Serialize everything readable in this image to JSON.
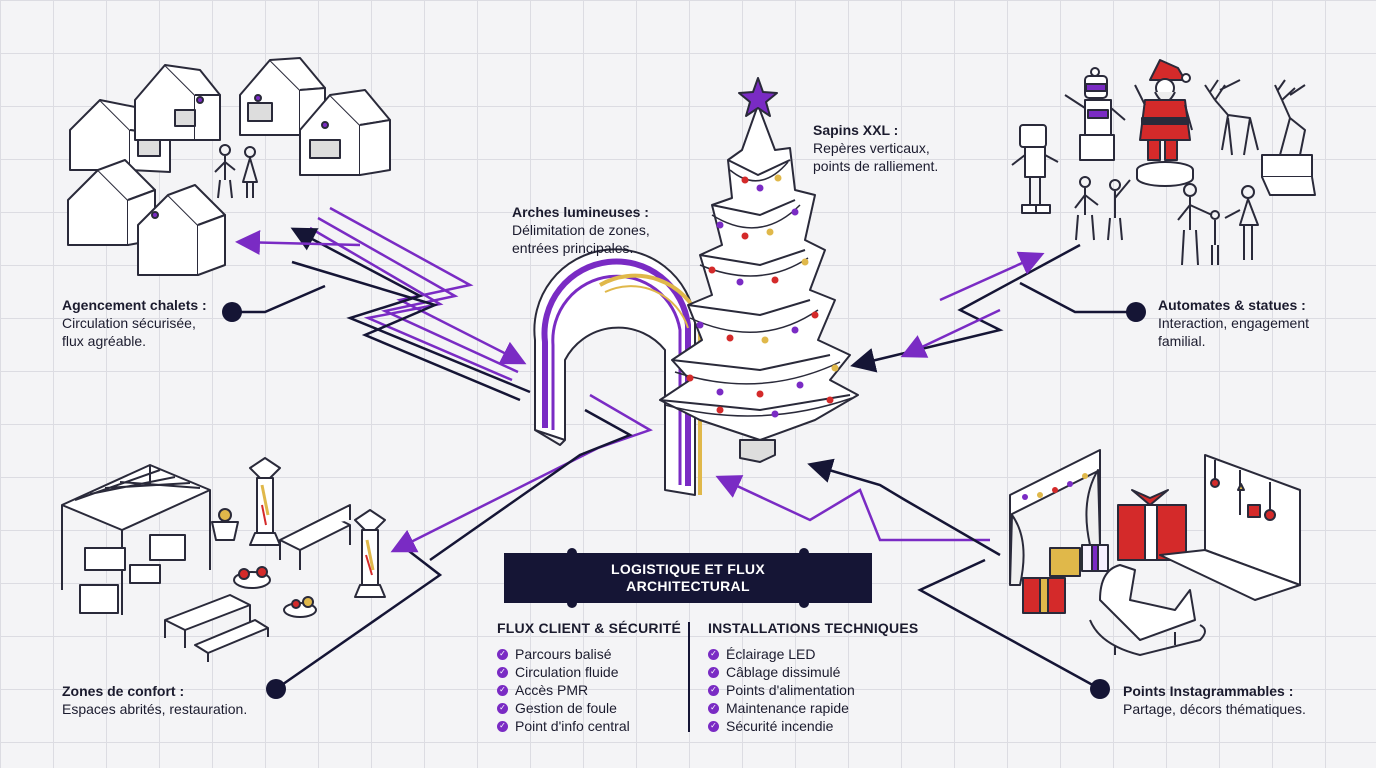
{
  "banner": {
    "title_line1": "LOGISTIQUE ET FLUX",
    "title_line2": "ARCHITECTURAL"
  },
  "callouts": {
    "chalets": {
      "title": "Agencement chalets :",
      "line1": "Circulation sécurisée,",
      "line2": "flux agréable."
    },
    "arches": {
      "title": "Arches lumineuses :",
      "line1": "Délimitation de zones,",
      "line2": "entrées principales."
    },
    "sapins": {
      "title": "Sapins XXL :",
      "line1": "Repères verticaux,",
      "line2": "points de ralliement."
    },
    "automates": {
      "title": "Automates & statues :",
      "line1": "Interaction, engagement",
      "line2": "familial."
    },
    "confort": {
      "title": "Zones de confort :",
      "line1": "Espaces abrités, restauration."
    },
    "instagram": {
      "title": "Points Instagrammables :",
      "line1": "Partage, décors thématiques."
    }
  },
  "columns": {
    "client": {
      "title": "FLUX CLIENT & SÉCURITÉ",
      "items": [
        "Parcours balisé",
        "Circulation fluide",
        "Accès PMR",
        "Gestion de foule",
        "Point d'info central"
      ]
    },
    "tech": {
      "title": "INSTALLATIONS TECHNIQUES",
      "items": [
        "Éclairage LED",
        "Câblage dissimulé",
        "Points d'alimentation",
        "Maintenance rapide",
        "Sécurité incendie"
      ]
    }
  },
  "icons": [
    "house-icon",
    "people-icon",
    "robot-icon",
    "santa-icon",
    "reindeer-icon",
    "pergola-icon",
    "patio-heater-icon",
    "bench-icon",
    "gift-icon",
    "sleigh-icon",
    "star-icon",
    "checkmark-icon",
    "arrow-icon"
  ],
  "colors": {
    "navy": "#151535",
    "purple": "#7a2bc4",
    "gold": "#e0b84a",
    "red": "#d42a2a"
  }
}
